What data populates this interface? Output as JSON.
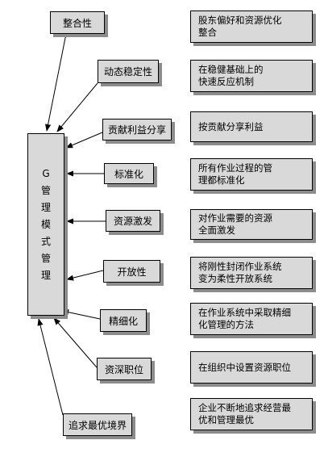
{
  "diagram": {
    "center_label": [
      "G",
      "管",
      "理",
      "模",
      "式",
      "管",
      "理"
    ],
    "left_items": [
      {
        "label": "整合性"
      },
      {
        "label": "动态稳定性"
      },
      {
        "label": "贡献利益分享"
      },
      {
        "label": "标准化"
      },
      {
        "label": "资源激发"
      },
      {
        "label": "开放性"
      },
      {
        "label": "精细化"
      },
      {
        "label": "资深职位"
      },
      {
        "label": "追求最优境界"
      }
    ],
    "right_items": [
      {
        "lines": [
          "股东偏好和资源优化",
          "整合"
        ]
      },
      {
        "lines": [
          "在稳健基础上的",
          "快速反应机制"
        ]
      },
      {
        "lines": [
          "按贡献分享利益"
        ]
      },
      {
        "lines": [
          "所有作业过程的管",
          "理都标准化"
        ]
      },
      {
        "lines": [
          "对作业需要的资源",
          "全面激发"
        ]
      },
      {
        "lines": [
          "将刚性封闭作业系统",
          "变为柔性开放系统"
        ]
      },
      {
        "lines": [
          "在作业系统中采取精细",
          "化管理的方法"
        ]
      },
      {
        "lines": [
          "在组织中设置资源职位"
        ]
      },
      {
        "lines": [
          "企业不断地追求经营最",
          "优和管理最优"
        ]
      }
    ]
  }
}
